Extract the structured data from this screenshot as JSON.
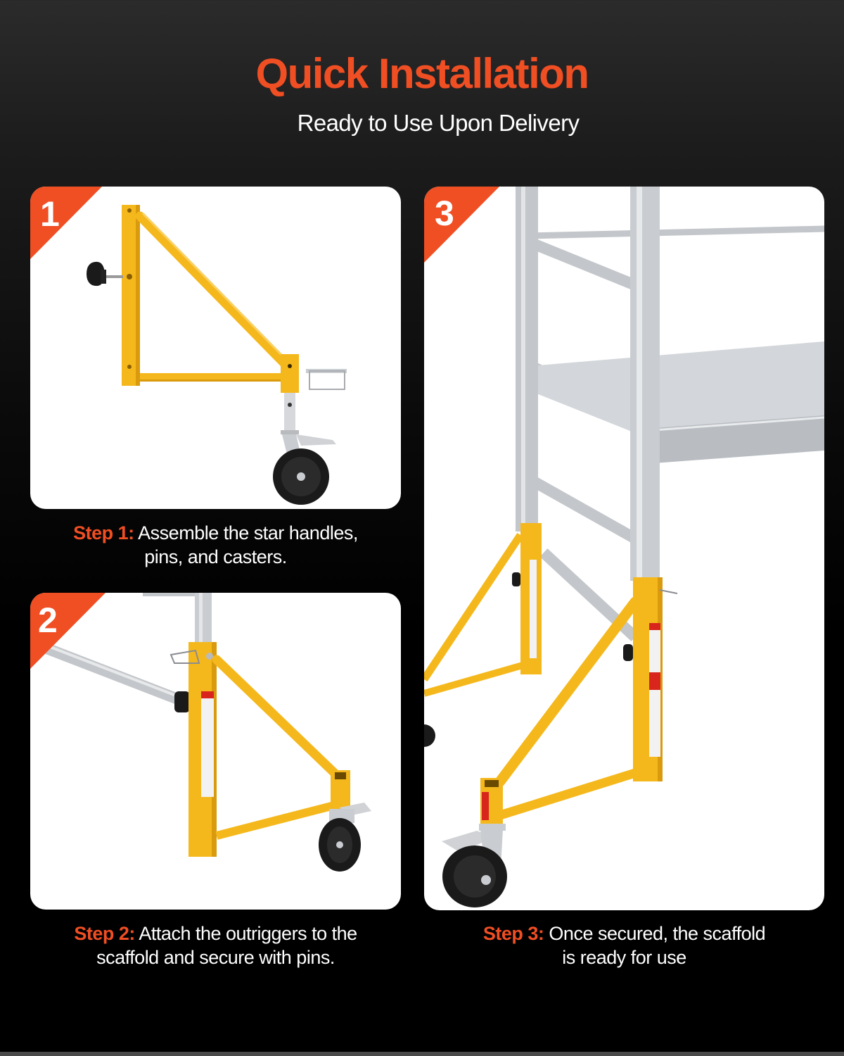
{
  "header": {
    "title": "Quick Installation",
    "subtitle": "Ready to Use Upon Delivery"
  },
  "steps": [
    {
      "number": "1",
      "label": "Step 1:",
      "text_line1": "Assemble the star handles,",
      "text_line2": "pins, and casters.",
      "image": "outrigger-with-star-handle-pin-and-caster"
    },
    {
      "number": "2",
      "label": "Step 2:",
      "text_line1": "Attach the outriggers to the",
      "text_line2": "scaffold and secure with pins.",
      "image": "outrigger-attached-to-scaffold-leg"
    },
    {
      "number": "3",
      "label": "Step 3:",
      "text_line1": "Once secured, the scaffold",
      "text_line2": "is ready for use",
      "image": "assembled-scaffold-with-outriggers"
    }
  ],
  "colors": {
    "accent": "#f04e23",
    "outrigger_yellow": "#f5b81c",
    "galvanized_steel": "#c9ccd0",
    "background": "#000000",
    "card": "#ffffff"
  }
}
